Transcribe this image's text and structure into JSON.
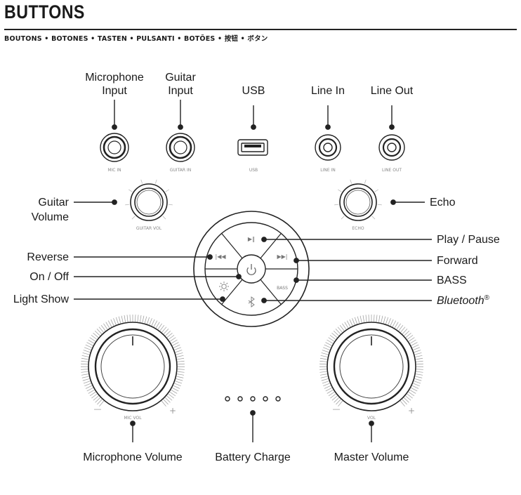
{
  "title": "BUTTONS",
  "subtitle": "BOUTONS • BOTONES • TASTEN • PULSANTI • BOTÕES • 按钮 • ボタン",
  "ports": {
    "mic_in": "MIC IN",
    "guitar_in": "GUITAR IN",
    "usb": "USB",
    "line_in": "LINE IN",
    "line_out": "LINE OUT"
  },
  "knob_marks": {
    "guitar_vol": "GUITAR VOL",
    "echo": "ECHO",
    "mic_vol": "MIC VOL",
    "vol": "VOL",
    "bass": "BASS",
    "minus": "—",
    "plus": "+"
  },
  "callouts": {
    "microphone_input_1": "Microphone",
    "microphone_input_2": "Input",
    "guitar_input_1": "Guitar",
    "guitar_input_2": "Input",
    "usb": "USB",
    "line_in": "Line In",
    "line_out": "Line Out",
    "guitar_volume_1": "Guitar",
    "guitar_volume_2": "Volume",
    "echo": "Echo",
    "reverse": "Reverse",
    "on_off": "On / Off",
    "light_show": "Light Show",
    "play_pause": "Play / Pause",
    "forward": "Forward",
    "bass": "BASS",
    "bluetooth": "Bluetooth",
    "registered": "®",
    "microphone_volume": "Microphone Volume",
    "battery_charge": "Battery Charge",
    "master_volume": "Master Volume"
  }
}
